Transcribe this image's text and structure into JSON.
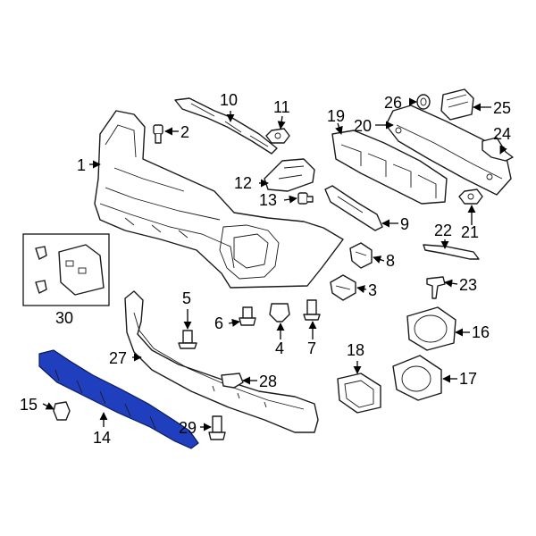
{
  "diagram": {
    "highlight_color": "#1f3fbf",
    "callouts": {
      "c1": "1",
      "c2": "2",
      "c3": "3",
      "c4": "4",
      "c5": "5",
      "c6": "6",
      "c7": "7",
      "c8": "8",
      "c9": "9",
      "c10": "10",
      "c11": "11",
      "c12": "12",
      "c13": "13",
      "c14": "14",
      "c15": "15",
      "c16": "16",
      "c17": "17",
      "c18": "18",
      "c19": "19",
      "c20": "20",
      "c21": "21",
      "c22": "22",
      "c23": "23",
      "c24": "24",
      "c25": "25",
      "c26": "26",
      "c27": "27",
      "c28": "28",
      "c29": "29",
      "c30": "30"
    }
  }
}
